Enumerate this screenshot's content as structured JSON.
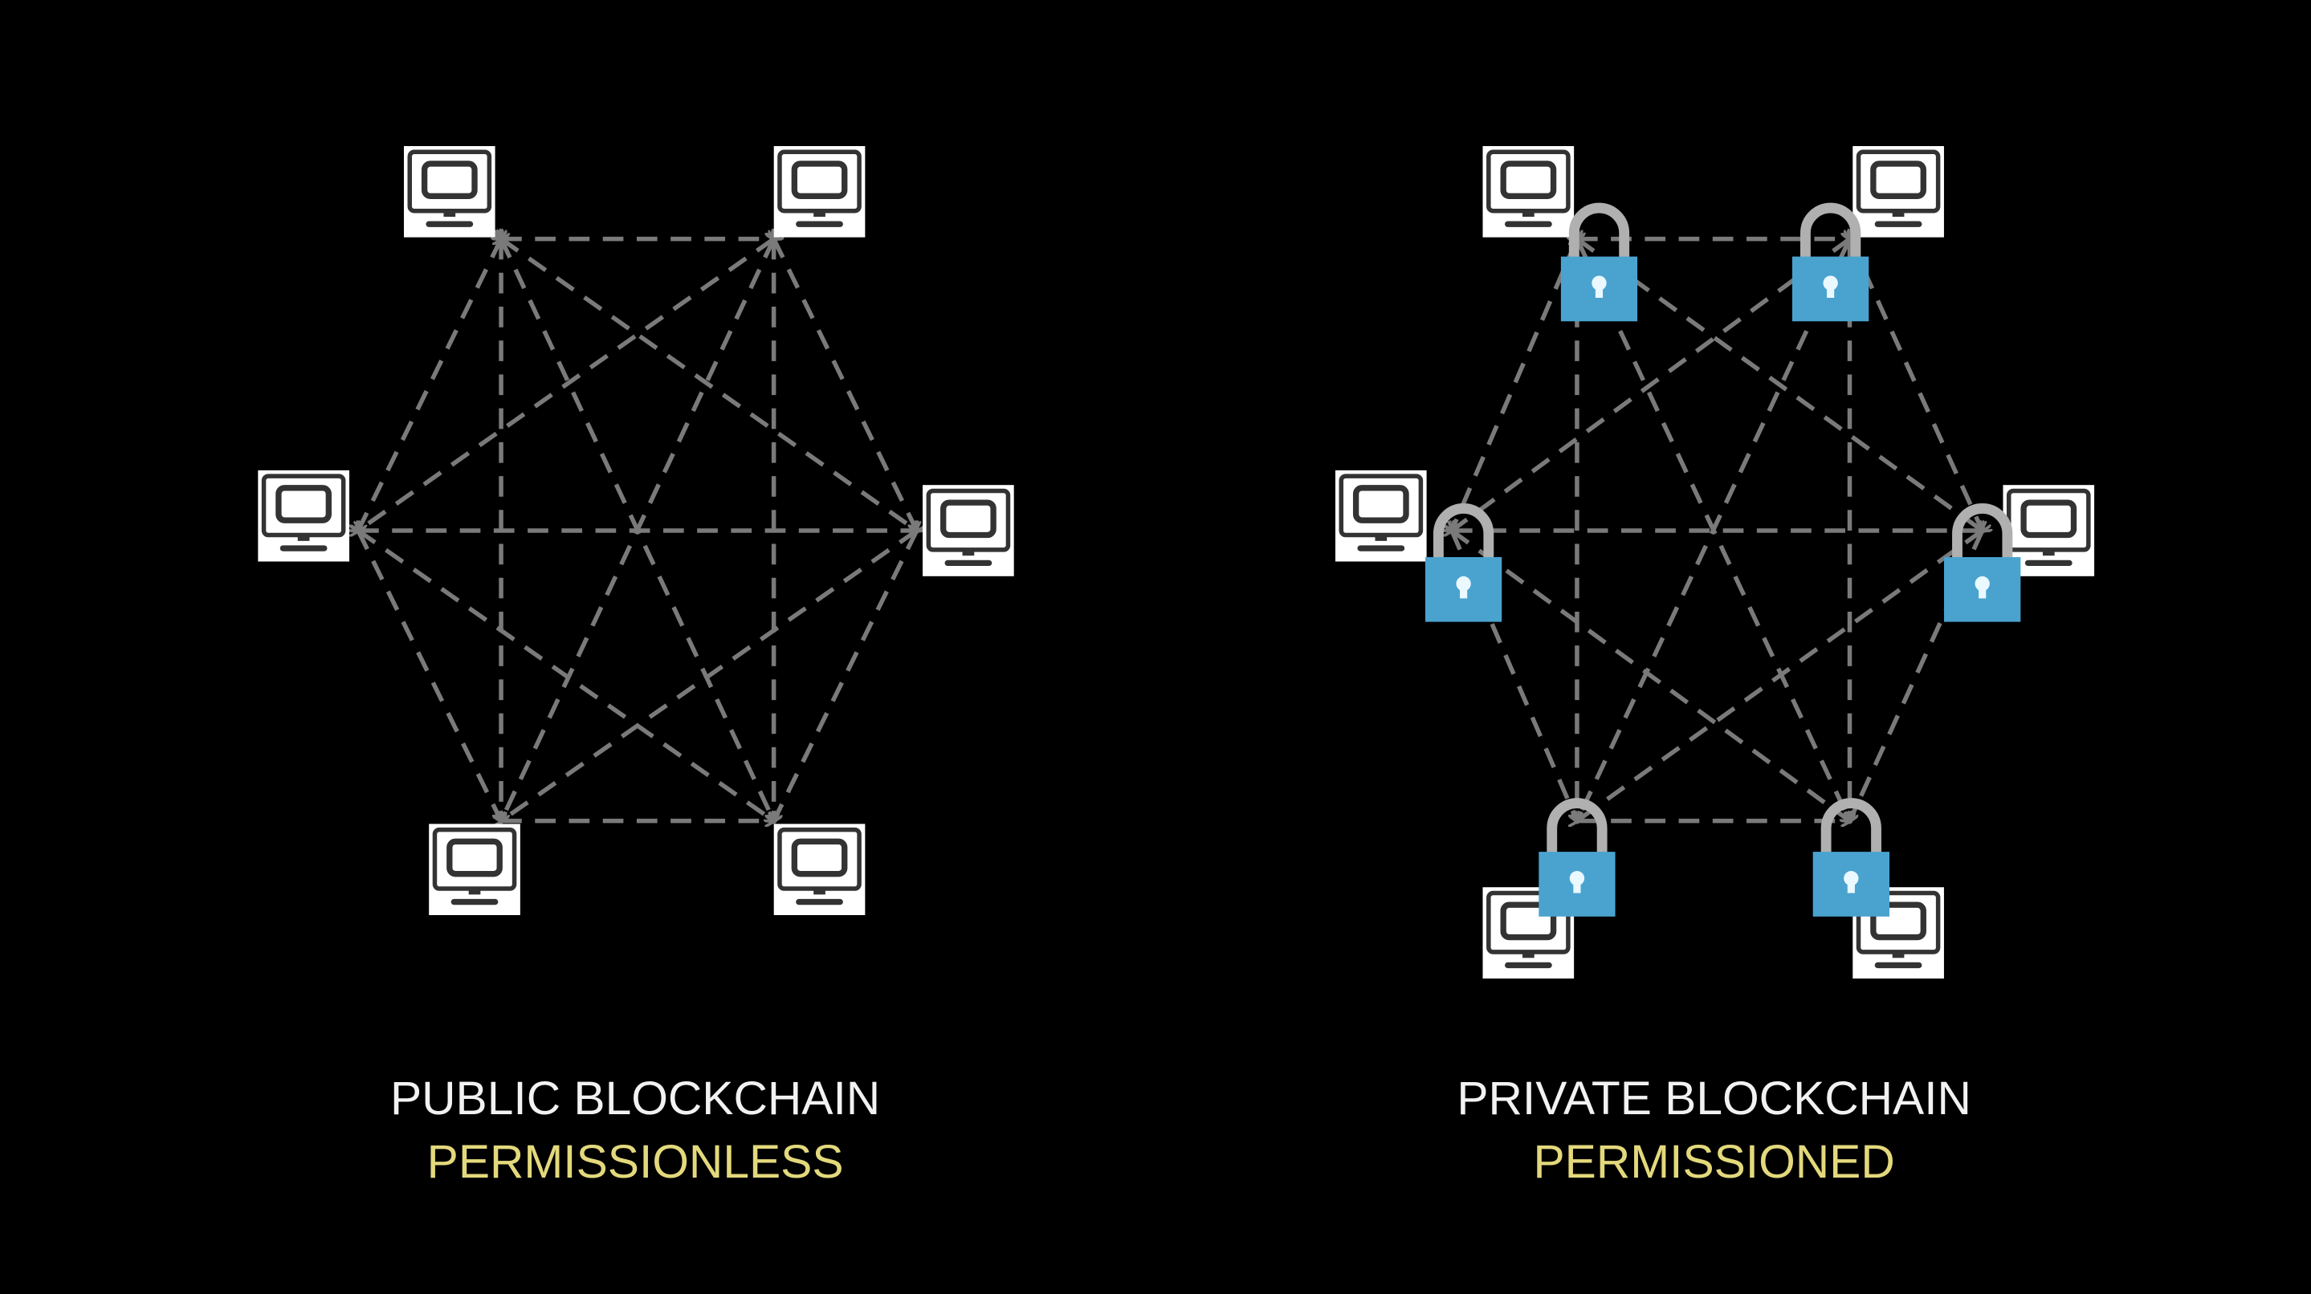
{
  "colors": {
    "background": "#000000",
    "link": "#7a7a7a",
    "lock": "#4aa3cf",
    "shackle": "#b0b0b0",
    "title": "#f2f2f2",
    "subtitle": "#e3d97c"
  },
  "public": {
    "title": "PUBLIC BLOCKCHAIN",
    "subtitle": "PERMISSIONLESS",
    "node_count": 6,
    "locked": false
  },
  "private": {
    "title": "PRIVATE BLOCKCHAIN",
    "subtitle": "PERMISSIONED",
    "node_count": 6,
    "locked": true
  },
  "icons": {
    "node": "computer-icon",
    "lock": "padlock-icon"
  }
}
